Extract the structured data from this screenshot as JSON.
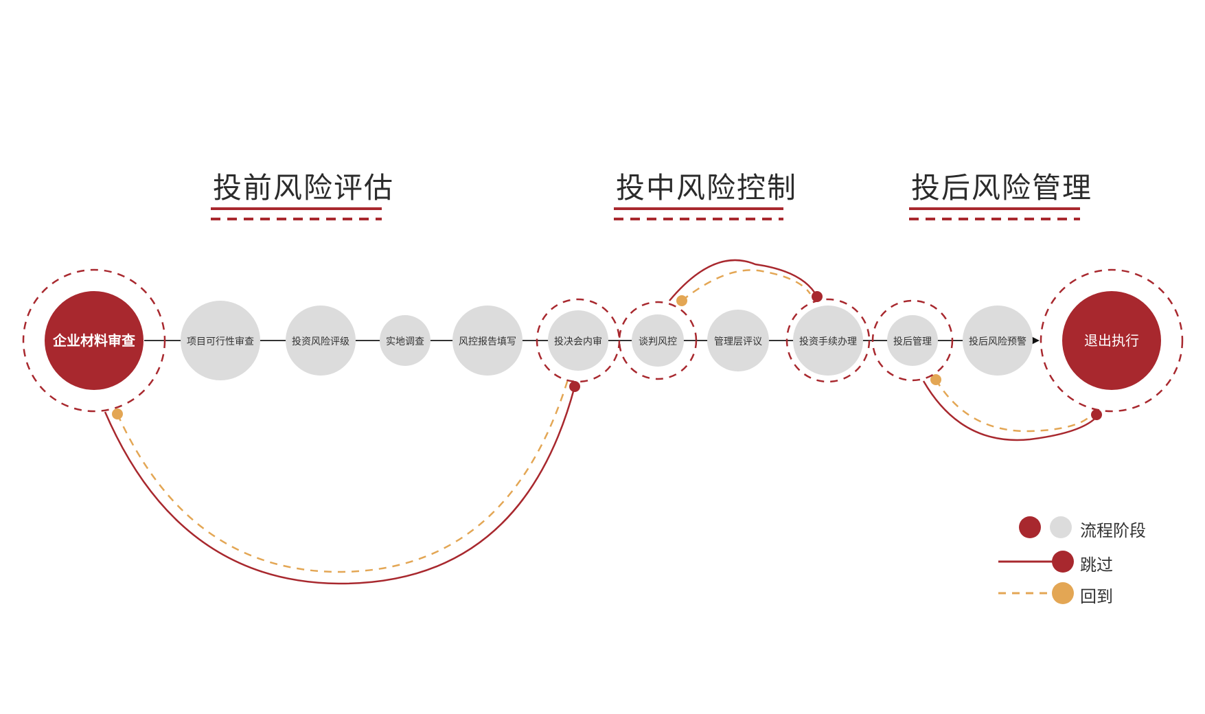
{
  "colors": {
    "red": "#a8282e",
    "grey": "#dcdcdc",
    "orange": "#e3a654",
    "line": "#333333"
  },
  "sections": [
    {
      "title": "投前风险评估"
    },
    {
      "title": "投中风险控制"
    },
    {
      "title": "投后风险管理"
    }
  ],
  "nodes": [
    {
      "label": "企业材料审查",
      "style": "red"
    },
    {
      "label": "项目可行性审查",
      "style": "grey"
    },
    {
      "label": "投资风险评级",
      "style": "grey"
    },
    {
      "label": "实地调查",
      "style": "grey"
    },
    {
      "label": "风控报告填写",
      "style": "grey"
    },
    {
      "label": "投决会内审",
      "style": "grey"
    },
    {
      "label": "谈判风控",
      "style": "grey"
    },
    {
      "label": "管理层评议",
      "style": "grey"
    },
    {
      "label": "投资手续办理",
      "style": "grey"
    },
    {
      "label": "投后管理",
      "style": "grey"
    },
    {
      "label": "投后风险预警",
      "style": "grey"
    },
    {
      "label": "退出执行",
      "style": "red"
    }
  ],
  "legend": {
    "stage": "流程阶段",
    "skip": "跳过",
    "return": "回到"
  }
}
